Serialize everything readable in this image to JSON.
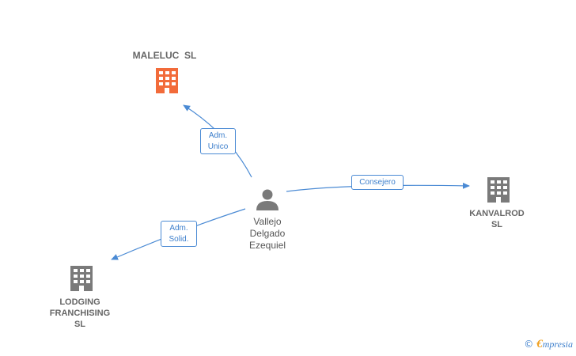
{
  "nodes": {
    "maleluc": {
      "name": "MALELUC  SL",
      "color": "#f26b3a"
    },
    "kanvalrod": {
      "name_line1": "KANVALROD",
      "name_line2": "SL",
      "color": "#7a7a7a"
    },
    "lodging": {
      "name_line1": "LODGING",
      "name_line2": "FRANCHISING",
      "name_line3": "SL",
      "color": "#7a7a7a"
    },
    "person": {
      "name_line1": "Vallejo",
      "name_line2": "Delgado",
      "name_line3": "Ezequiel",
      "color": "#7a7a7a"
    }
  },
  "edges": {
    "adm_unico": {
      "line1": "Adm.",
      "line2": "Unico"
    },
    "consejero": {
      "line1": "Consejero"
    },
    "adm_solid": {
      "line1": "Adm.",
      "line2": "Solid."
    }
  },
  "brand": {
    "copyright": "©",
    "e": "€",
    "rest": "mpresia"
  },
  "colors": {
    "edge": "#4a8ad4"
  }
}
